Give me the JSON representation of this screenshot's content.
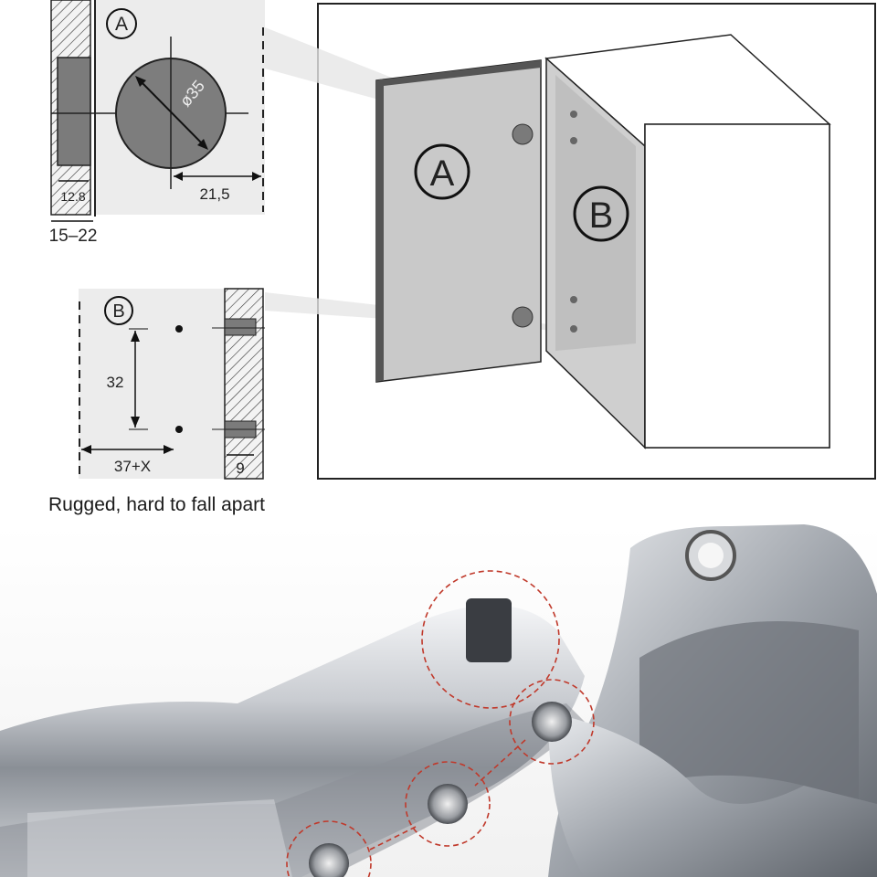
{
  "detail_a": {
    "marker": "A",
    "diameter_label": "ø35",
    "edge_distance_label": "21,5",
    "cup_depth_label": "12.8",
    "thickness_label": "15–22"
  },
  "detail_b": {
    "marker": "B",
    "hole_spacing_label": "32",
    "offset_label": "37+X",
    "hole_depth_label": "9"
  },
  "cabinet": {
    "door_marker": "A",
    "side_marker": "B"
  },
  "caption": "Rugged, hard to fall apart",
  "colors": {
    "panel_gray": "#c9c9c9",
    "detail_bg": "#ececec",
    "dashed_circle": "#c0392b",
    "steel": "#b8bcc2"
  }
}
